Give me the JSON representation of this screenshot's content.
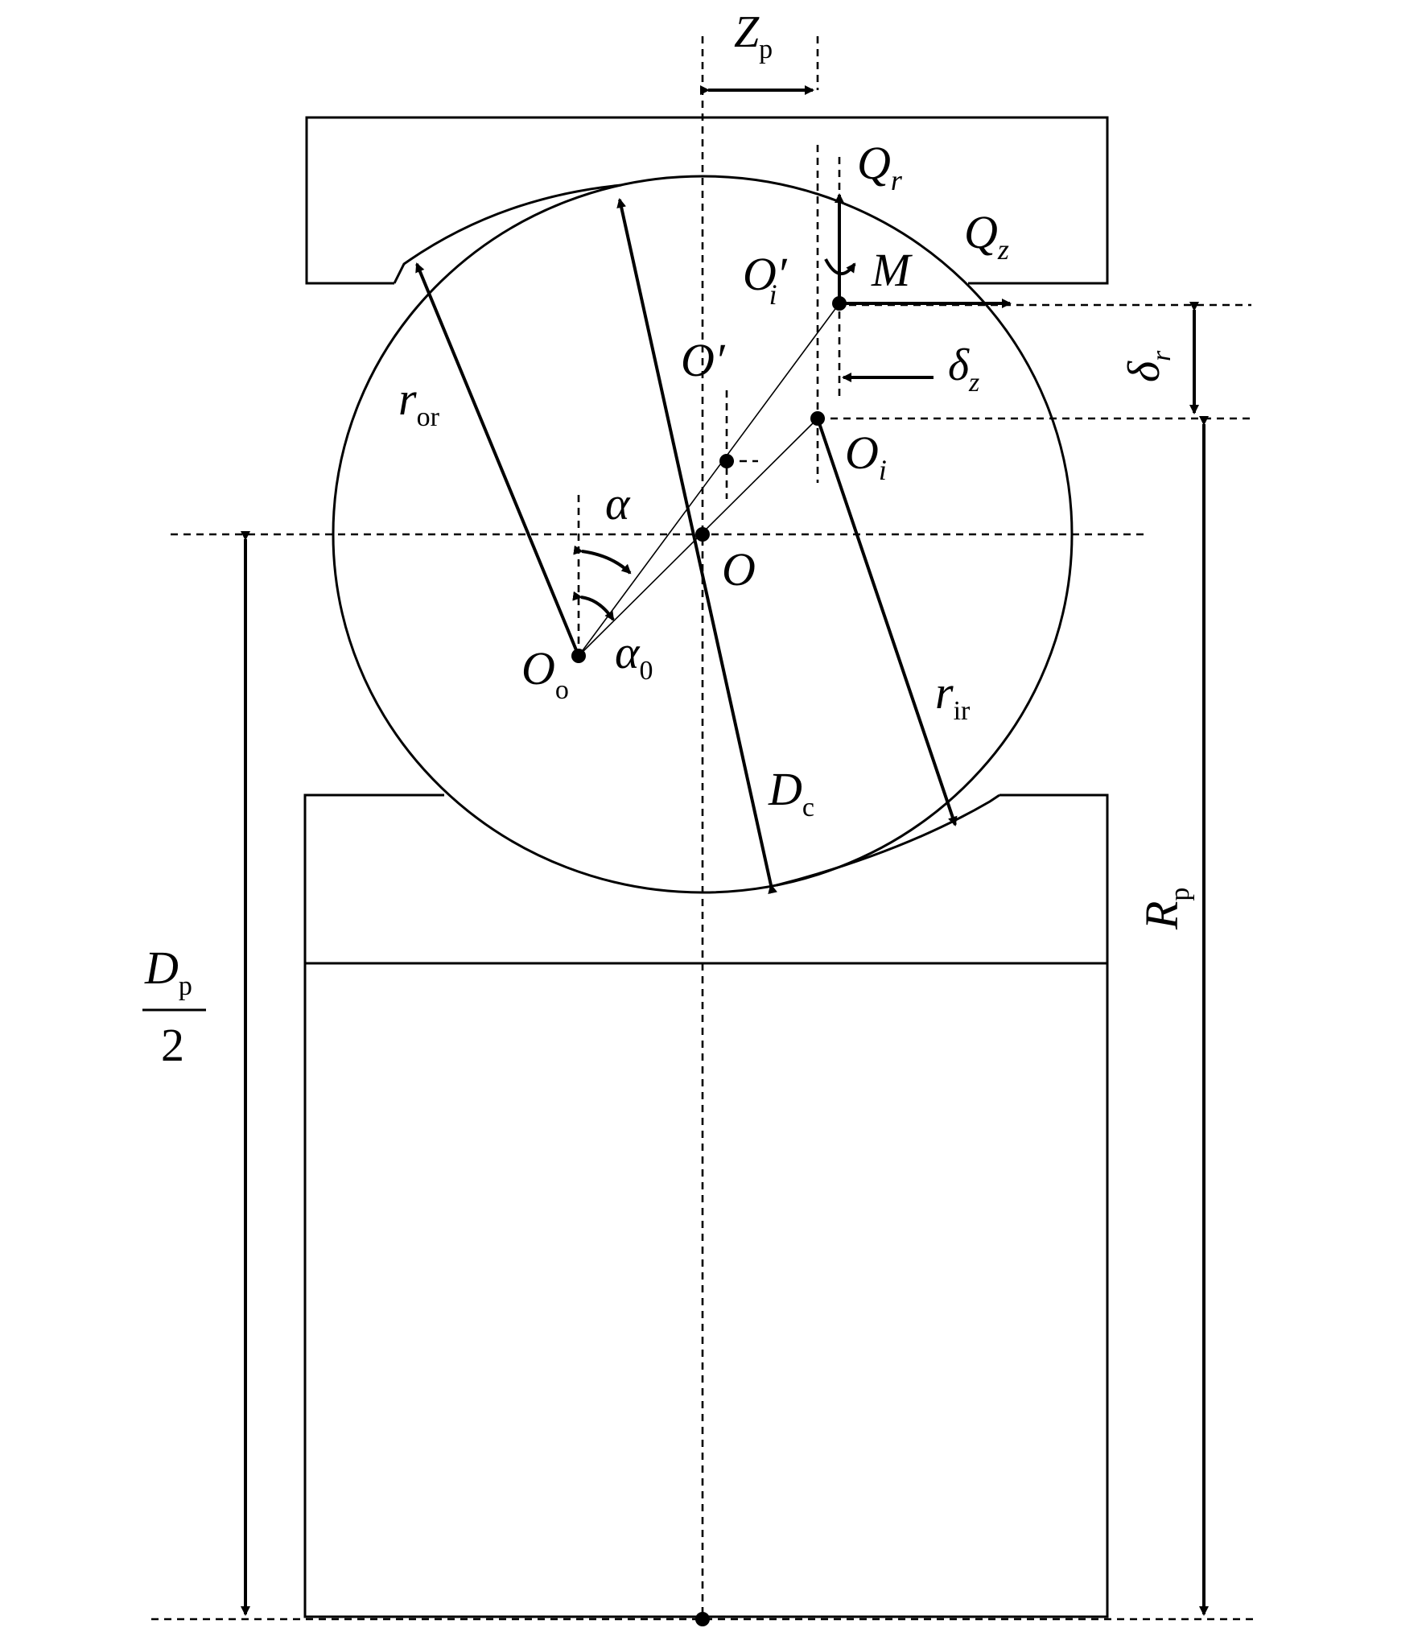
{
  "diagram": {
    "labels": {
      "Zp": {
        "main": "Z",
        "sub": "p"
      },
      "Qr": {
        "main": "Q",
        "sub": "r"
      },
      "Qz": {
        "main": "Q",
        "sub": "z"
      },
      "M": {
        "main": "M"
      },
      "Oi_prime": {
        "main": "O′",
        "sub": "i"
      },
      "O_prime": {
        "main": "O′"
      },
      "delta_z": {
        "main": "δ",
        "sub": "z"
      },
      "delta_r": {
        "main": "δ",
        "sub": "r"
      },
      "Oi": {
        "main": "O",
        "sub": "i"
      },
      "r_or": {
        "main": "r",
        "sub": "or"
      },
      "alpha": {
        "main": "α"
      },
      "O": {
        "main": "O"
      },
      "alpha0": {
        "main": "α",
        "sub": "0"
      },
      "Oo": {
        "main": "O",
        "sub": "o"
      },
      "r_ir": {
        "main": "r",
        "sub": "ir"
      },
      "Dc": {
        "main": "D",
        "sub": "c"
      },
      "Rp": {
        "main": "R",
        "sub": "p"
      },
      "Dp_half": {
        "numerator": "D",
        "numerator_sub": "p",
        "denominator": "2"
      }
    },
    "colors": {
      "ink": "#000000",
      "background": "#ffffff"
    }
  }
}
